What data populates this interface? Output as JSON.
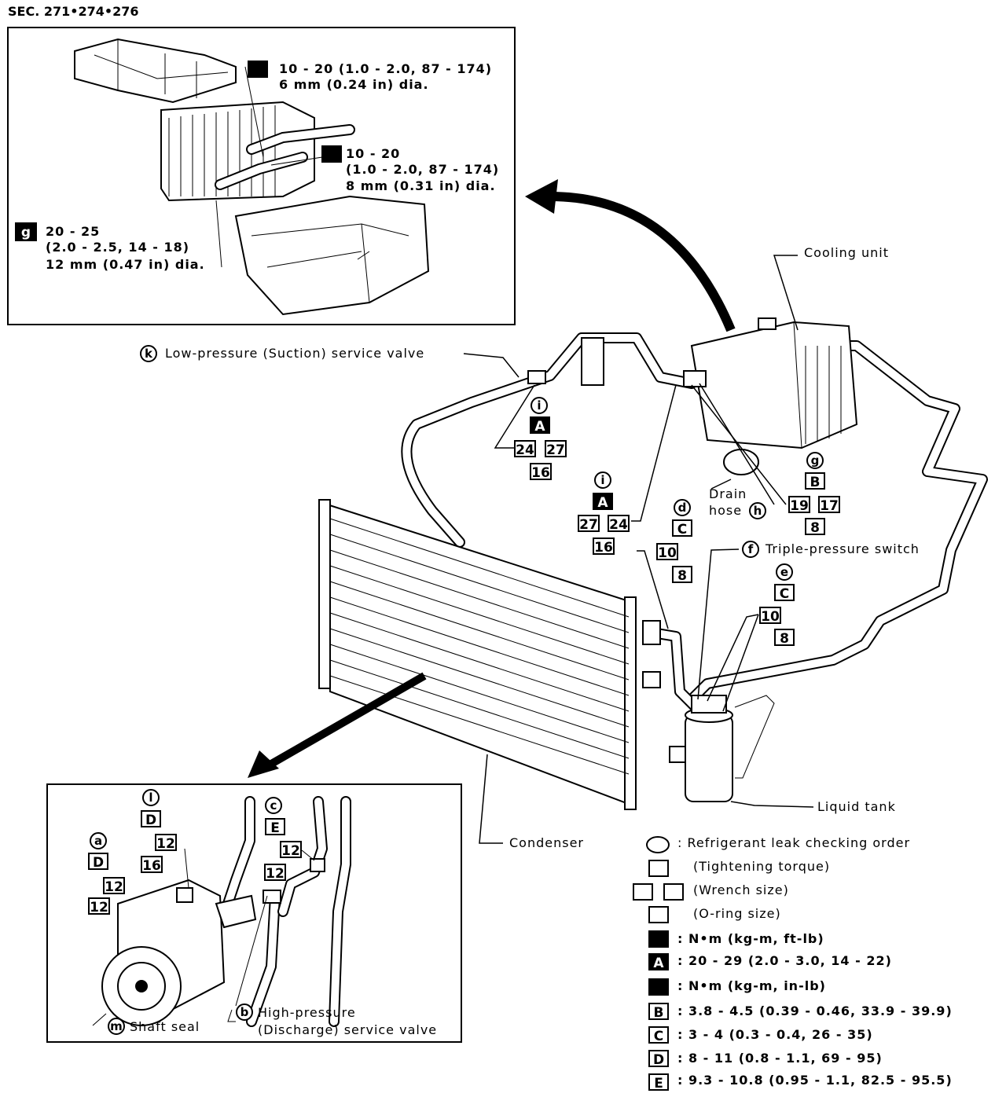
{
  "header": {
    "section": "SEC. 271•274•276"
  },
  "inset_top": {
    "torque1_line1": "10 - 20 (1.0 - 2.0, 87 - 174)",
    "torque1_line2": "6 mm (0.24 in) dia.",
    "torque2_line1": "10 - 20",
    "torque2_line2": "(1.0 - 2.0, 87 - 174)",
    "torque2_line3": "8 mm (0.31 in) dia.",
    "torque3_letter": "g",
    "torque3_line1": "20 - 25",
    "torque3_line2": "(2.0 - 2.5, 14 - 18)",
    "torque3_line3": "12 mm (0.47 in) dia."
  },
  "labels": {
    "cooling_unit": "Cooling unit",
    "low_pressure": "Low-pressure (Suction) service valve",
    "drain_hose_1": "Drain",
    "drain_hose_2": "hose",
    "triple_switch": "Triple-pressure switch",
    "liquid_tank": "Liquid tank",
    "condenser": "Condenser",
    "shaft_seal": "Shaft seal",
    "high_pressure_1": "High-pressure",
    "high_pressure_2": "(Discharge) service valve"
  },
  "markers": {
    "k": "k",
    "i": "i",
    "g": "g",
    "h": "h",
    "d": "d",
    "f": "f",
    "e": "e",
    "l": "l",
    "c": "c",
    "a": "a",
    "b": "b",
    "m": "m"
  },
  "codes": {
    "A": "A",
    "B": "B",
    "C": "C",
    "D": "D",
    "E": "E",
    "n8": "8",
    "n10": "10",
    "n12": "12",
    "n16": "16",
    "n17": "17",
    "n19": "19",
    "n24": "24",
    "n27": "27"
  },
  "legend": {
    "circle": ": Refrigerant leak checking order",
    "tightening": "(Tightening torque)",
    "wrench": "(Wrench size)",
    "oring": "(O-ring size)",
    "nm_kgm_ftlb": ": N•m (kg-m, ft-lb)",
    "A_value": ": 20 - 29 (2.0 - 3.0, 14 - 22)",
    "nm_kgm_inlb": ": N•m (kg-m, in-lb)",
    "B_value": ": 3.8 - 4.5 (0.39 - 0.46, 33.9 - 39.9)",
    "C_value": ": 3 - 4 (0.3 - 0.4, 26 - 35)",
    "D_value": ": 8 - 11 (0.8 - 1.1, 69 - 95)",
    "E_value": ": 9.3 - 10.8 (0.95 - 1.1, 82.5 - 95.5)"
  }
}
